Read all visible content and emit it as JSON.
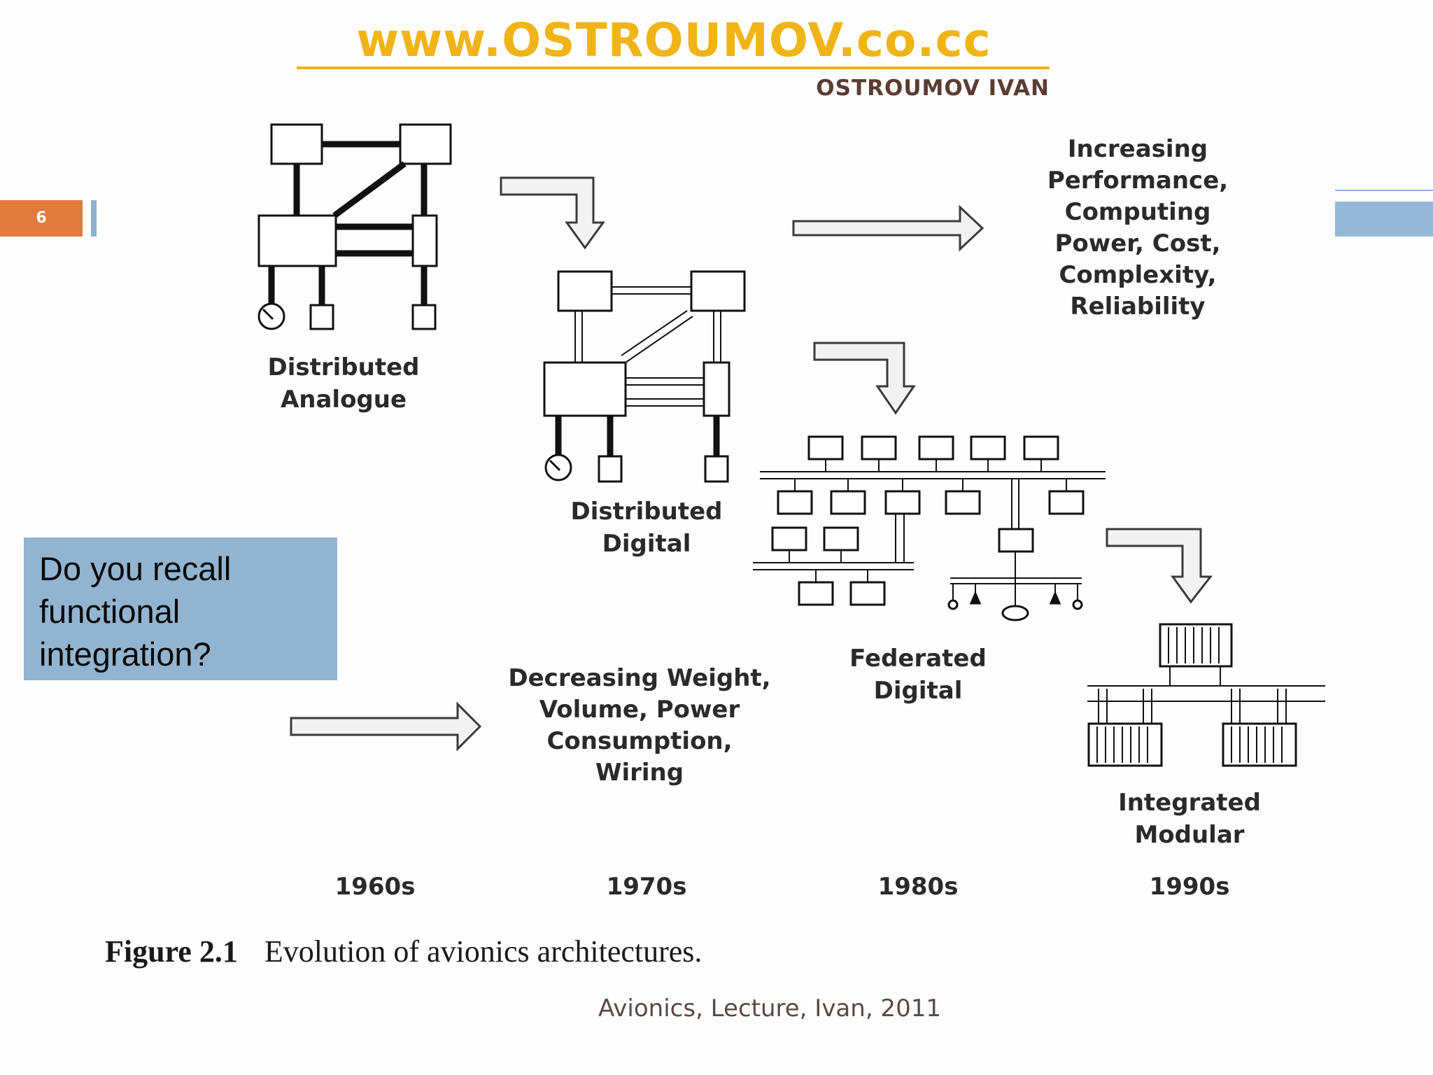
{
  "header": {
    "site_title": "www.OSTROUMOV.co.cc",
    "author": "OSTROUMOV IVAN"
  },
  "slide": {
    "number": "6",
    "accent_color": "#e07a3d",
    "band_color": "#94b8d6",
    "title_color": "#f0b416"
  },
  "callout": {
    "text": "Do you recall functional integration?"
  },
  "diagram": {
    "stages": [
      {
        "line1": "Distributed",
        "line2": "Analogue",
        "decade": "1960s"
      },
      {
        "line1": "Distributed",
        "line2": "Digital",
        "decade": "1970s"
      },
      {
        "line1": "Federated",
        "line2": "Digital",
        "decade": "1980s"
      },
      {
        "line1": "Integrated",
        "line2": "Modular",
        "decade": "1990s"
      }
    ],
    "increasing": [
      "Increasing",
      "Performance,",
      "Computing",
      "Power, Cost,",
      "Complexity,",
      "Reliability"
    ],
    "decreasing": [
      "Decreasing Weight,",
      "Volume, Power",
      "Consumption,",
      "Wiring"
    ]
  },
  "caption": {
    "label": "Figure 2.1",
    "text": "Evolution of avionics architectures."
  },
  "footer": {
    "text": "Avionics, Lecture, Ivan, 2011"
  }
}
